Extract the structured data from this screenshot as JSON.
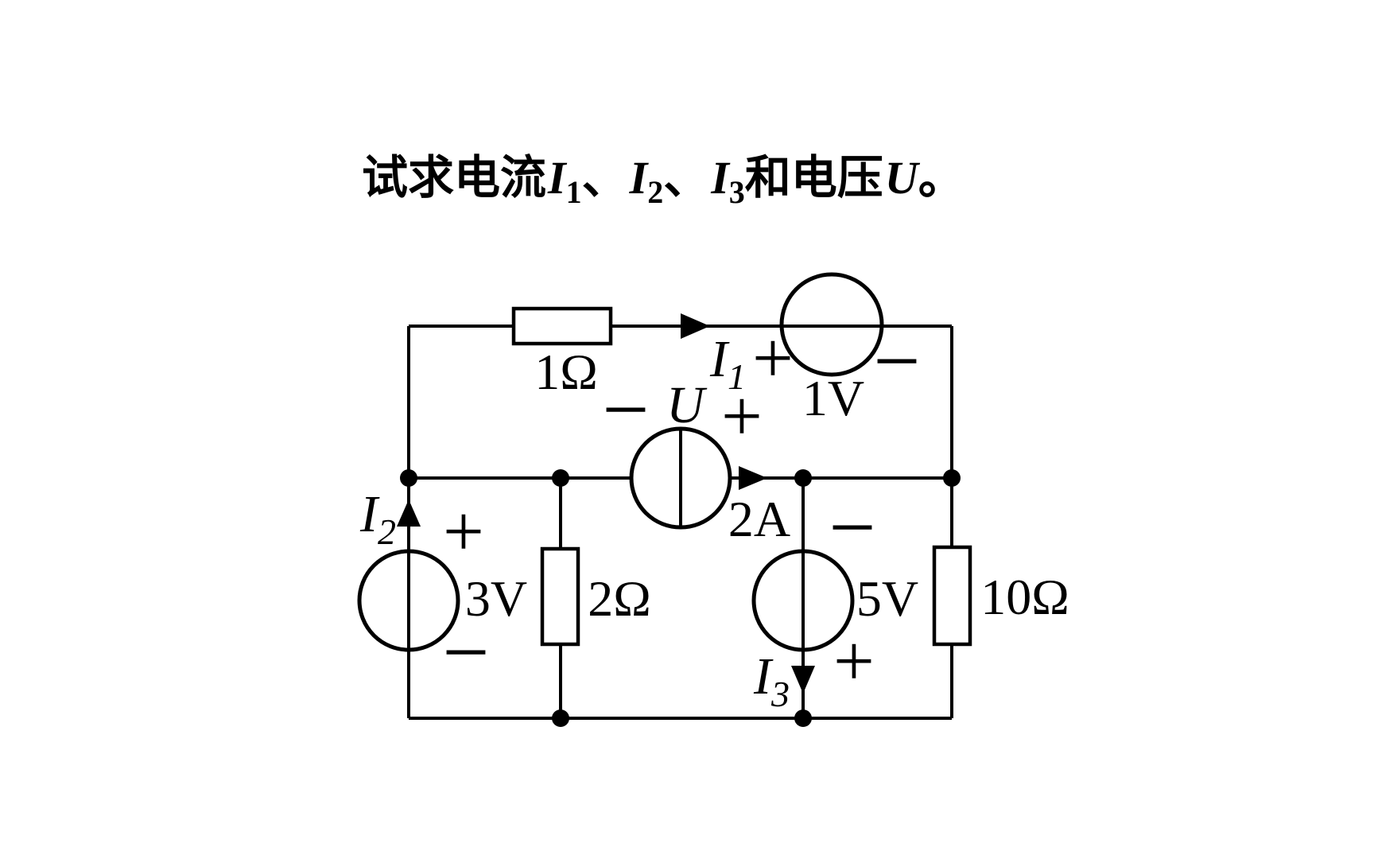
{
  "title": {
    "segments": [
      {
        "text": "试求电流"
      },
      {
        "text": "I"
      },
      {
        "text": "1"
      },
      {
        "text": "、"
      },
      {
        "text": "I"
      },
      {
        "text": "2"
      },
      {
        "text": "、"
      },
      {
        "text": "I"
      },
      {
        "text": "3"
      },
      {
        "text": "和电压"
      },
      {
        "text": "U"
      },
      {
        "text": "。"
      }
    ]
  },
  "circuit": {
    "resistors": [
      {
        "label": "1Ω"
      },
      {
        "label": "2Ω"
      },
      {
        "label": "10Ω"
      }
    ],
    "voltage_sources": [
      {
        "label": "1V"
      },
      {
        "label": "3V"
      },
      {
        "label": "5V"
      }
    ],
    "current_source": {
      "label": "2A",
      "voltage_base": "U"
    },
    "currents": [
      {
        "base": "I",
        "sub": "1"
      },
      {
        "base": "I",
        "sub": "2"
      },
      {
        "base": "I",
        "sub": "3"
      }
    ],
    "symbols": {
      "plus": "+",
      "minus": "−"
    }
  }
}
